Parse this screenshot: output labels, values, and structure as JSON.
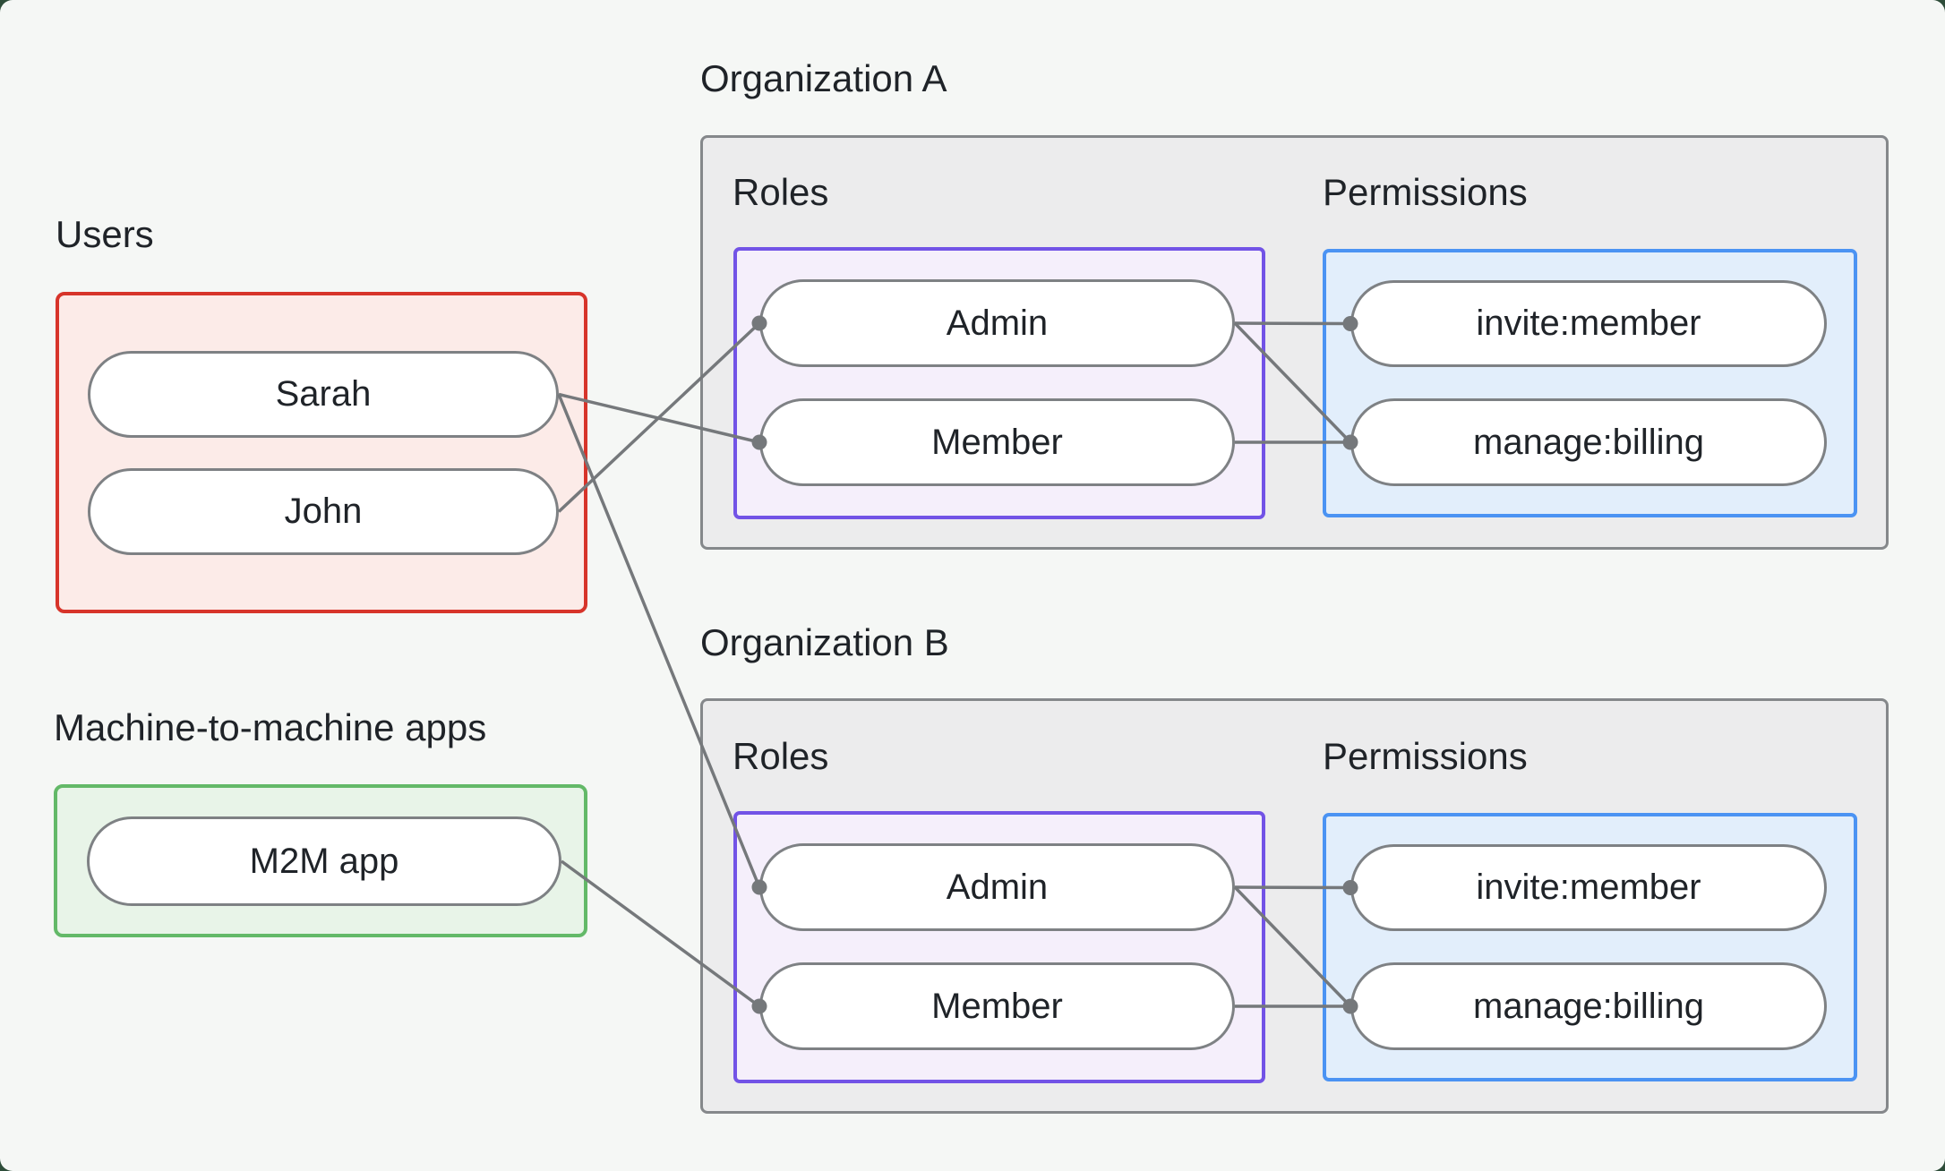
{
  "page": {
    "background": "#f5f7f5",
    "outside_color": "#2e4d3a"
  },
  "palette": {
    "users_border": "#d7342a",
    "users_fill": "#fcebe8",
    "m2m_border": "#63b968",
    "m2m_fill": "#e8f4e8",
    "org_border": "#85888b",
    "org_fill": "#ececed",
    "roles_border": "#7253e6",
    "roles_fill": "#f5effb",
    "permissions_border": "#4b93f3",
    "permissions_fill": "#e2eefb",
    "pill_border": "#7e8184",
    "pill_fill": "#ffffff",
    "wire_color": "#75787b",
    "text_color": "#1f2328"
  },
  "users_group": {
    "label": "Users",
    "items": [
      {
        "id": "user-sarah",
        "label": "Sarah"
      },
      {
        "id": "user-john",
        "label": "John"
      }
    ]
  },
  "m2m_group": {
    "label": "Machine-to-machine apps",
    "items": [
      {
        "id": "m2m-app",
        "label": "M2M app"
      }
    ]
  },
  "organizations": [
    {
      "id": "orgA",
      "title": "Organization A",
      "roles": {
        "label": "Roles",
        "items": [
          {
            "id": "orgA-role-admin",
            "label": "Admin"
          },
          {
            "id": "orgA-role-member",
            "label": "Member"
          }
        ]
      },
      "permissions": {
        "label": "Permissions",
        "items": [
          {
            "id": "orgA-perm-invite",
            "label": "invite:member"
          },
          {
            "id": "orgA-perm-billing",
            "label": "manage:billing"
          }
        ]
      }
    },
    {
      "id": "orgB",
      "title": "Organization B",
      "roles": {
        "label": "Roles",
        "items": [
          {
            "id": "orgB-role-admin",
            "label": "Admin"
          },
          {
            "id": "orgB-role-member",
            "label": "Member"
          }
        ]
      },
      "permissions": {
        "label": "Permissions",
        "items": [
          {
            "id": "orgB-perm-invite",
            "label": "invite:member"
          },
          {
            "id": "orgB-perm-billing",
            "label": "manage:billing"
          }
        ]
      }
    }
  ],
  "connections": [
    {
      "from": "user-sarah",
      "to": "orgA-role-member"
    },
    {
      "from": "user-john",
      "to": "orgA-role-admin"
    },
    {
      "from": "user-sarah",
      "to": "orgB-role-admin"
    },
    {
      "from": "m2m-app",
      "to": "orgB-role-member"
    },
    {
      "from": "orgA-role-admin",
      "to": "orgA-perm-invite"
    },
    {
      "from": "orgA-role-admin",
      "to": "orgA-perm-billing"
    },
    {
      "from": "orgA-role-member",
      "to": "orgA-perm-billing"
    },
    {
      "from": "orgB-role-admin",
      "to": "orgB-perm-invite"
    },
    {
      "from": "orgB-role-admin",
      "to": "orgB-perm-billing"
    },
    {
      "from": "orgB-role-member",
      "to": "orgB-perm-billing"
    }
  ]
}
